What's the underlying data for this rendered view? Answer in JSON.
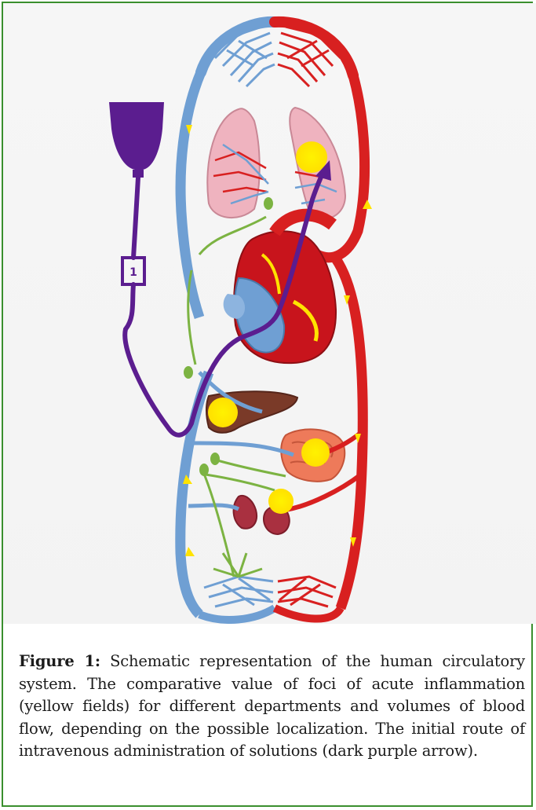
{
  "figure": {
    "caption_label": "Figure 1:",
    "caption_text": " Schematic representation of the human circulatory system. The comparative value of foci of acute inflammation (yellow fields) for different departments and volumes of blood flow, depending on the possible localization. The initial route of intravenous administration of solutions (dark purple arrow).",
    "iv_bag_mark": "1"
  },
  "colors": {
    "frame_border": "#3a8f2e",
    "venous_blue": "#6f9fd3",
    "arterial_red": "#d82020",
    "lymph_green": "#7cb342",
    "inflammation_yellow": "#ffe800",
    "iv_purple": "#5b1d8f",
    "heart_red": "#c8141c",
    "lung_pink": "#efb3bf",
    "liver_brown": "#7a3a28",
    "intestine_orange": "#ee7a5a",
    "kidney_red": "#a93040"
  }
}
